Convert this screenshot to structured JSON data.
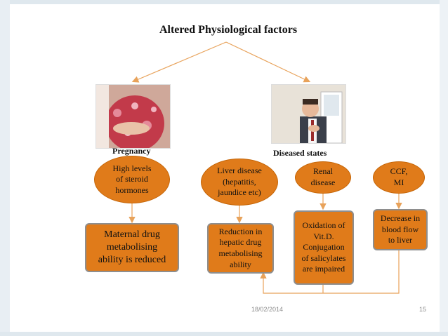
{
  "slide": {
    "title": "Altered Physiological factors",
    "pregnancy_label": "Pregnancy",
    "diseased_label": "Diseased states",
    "pregnancy_oval": "High levels\nof steroid\nhormones",
    "pregnancy_box": "Maternal drug\nmetabolising\nability is reduced",
    "liver_oval": "Liver disease\n(hepatitis,\njaundice etc)",
    "renal_oval": "Renal\ndisease",
    "ccf_oval": "CCF,\nMI",
    "liver_box": "Reduction in\nhepatic drug\nmetabolising\nability",
    "renal_box": "Oxidation of\nVit.D.\nConjugation\nof salicylates\nare impaired",
    "ccf_box": "Decrease in\nblood flow\nto liver",
    "footer_date": "18/02/2014",
    "footer_page": "15"
  },
  "colors": {
    "accent": "#e07b1a",
    "arrow": "#e8a25a",
    "box_border": "#8e8e8e"
  }
}
